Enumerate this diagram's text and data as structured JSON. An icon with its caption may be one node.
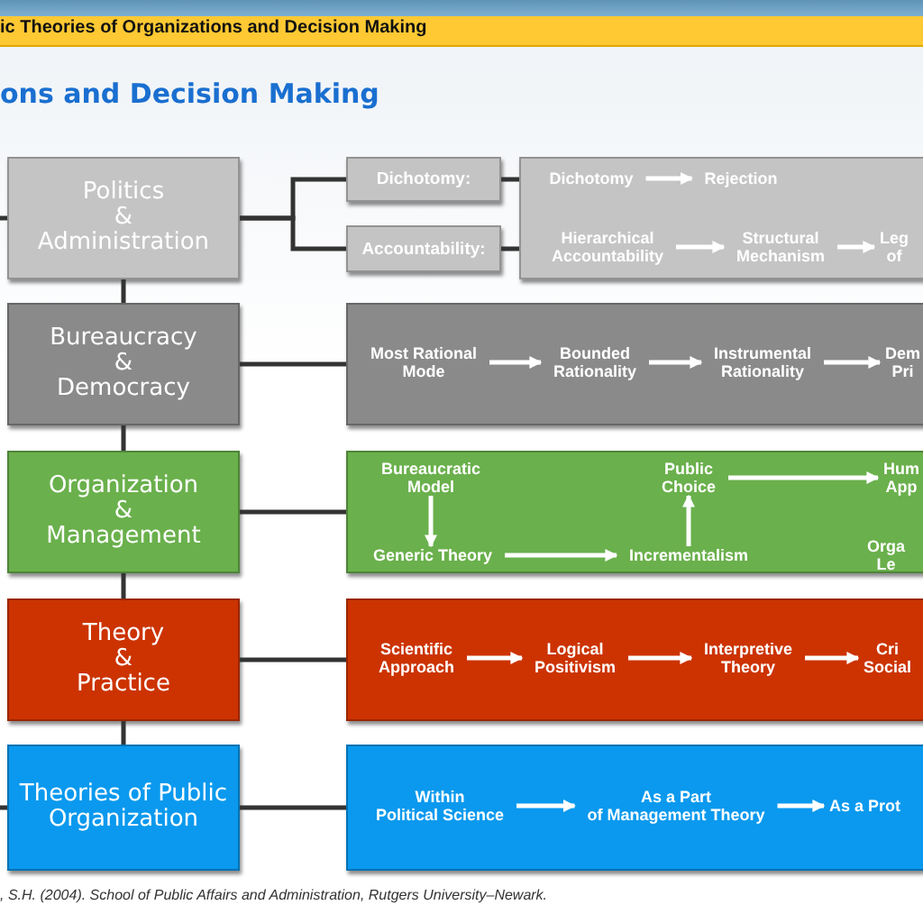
{
  "diagram": {
    "title": "ons and Decision Making",
    "caption": ", S.H. (2004). School of Public Affairs and Administration, Rutgers University–Newark.",
    "labels": [
      "ic Theories of Organizations and Decision Making"
    ],
    "nodes": [
      {
        "text": [
          "Politics & Administration"
        ]
      },
      {
        "text": [
          "Dichotomy:"
        ]
      },
      {
        "text": [
          "Accountability:"
        ]
      },
      {
        "text": [],
        "shape": "box"
      },
      {
        "text": [
          "Dichotomy"
        ],
        "in": 3
      },
      {
        "text": [
          "Rejection"
        ],
        "in": 3
      },
      {
        "text": [
          "Hierarchical Accountability"
        ],
        "in": 3
      },
      {
        "text": [
          "Structural Mechanism"
        ],
        "in": 3
      },
      {
        "text": [
          "Leg of"
        ],
        "in": 3
      },
      {
        "text": [
          "Bureaucracy & Democracy"
        ]
      },
      {
        "text": [],
        "shape": "box"
      },
      {
        "text": [
          "Most Rational Mode"
        ],
        "in": 10
      },
      {
        "text": [
          "Bounded Rationality"
        ],
        "in": 10
      },
      {
        "text": [
          "Instrumental Rationality"
        ],
        "in": 10
      },
      {
        "text": [
          "Dem Pri"
        ],
        "in": 10
      },
      {
        "text": [
          "Organization & Management"
        ]
      },
      {
        "text": [],
        "shape": "box"
      },
      {
        "text": [
          "Bureaucratic Model"
        ],
        "in": 16
      },
      {
        "text": [
          "Public Choice"
        ],
        "in": 16
      },
      {
        "text": [
          "Hum App"
        ],
        "in": 16
      },
      {
        "text": [
          "Generic Theory"
        ],
        "in": 16
      },
      {
        "text": [
          "Incrementalism"
        ],
        "in": 16
      },
      {
        "text": [
          "Orga Le"
        ],
        "in": 16
      },
      {
        "text": [
          "Theory & Practice"
        ]
      },
      {
        "text": [],
        "shape": "box"
      },
      {
        "text": [
          "Scientific Approach"
        ],
        "in": 24
      },
      {
        "text": [
          "Logical Positivism"
        ],
        "in": 24
      },
      {
        "text": [
          "Interpretive Theory"
        ],
        "in": 24
      },
      {
        "text": [
          "Cri Social"
        ],
        "in": 24
      },
      {
        "text": [
          "Theories of Public Organization"
        ]
      },
      {
        "text": [],
        "shape": "box"
      },
      {
        "text": [
          "Within Political Science"
        ],
        "in": 30
      },
      {
        "text": [
          "As a Part of Management Theory"
        ],
        "in": 30
      },
      {
        "text": [
          "As a Prot"
        ],
        "in": 30
      }
    ],
    "edges": [
      {
        "from": null,
        "to": 0,
        "arrow": "none",
        "color": "#333333"
      },
      {
        "from": 0,
        "to": 1,
        "arrow": "none",
        "color": "#333333"
      },
      {
        "from": 0,
        "to": 2,
        "arrow": "none",
        "color": "#333333"
      },
      {
        "from": 1,
        "to": 3,
        "arrow": "none",
        "color": "#333333"
      },
      {
        "from": 2,
        "to": 3,
        "arrow": "none",
        "color": "#333333"
      },
      {
        "from": 4,
        "to": 5,
        "arrow": "to"
      },
      {
        "from": 6,
        "to": 7,
        "arrow": "to"
      },
      {
        "from": 7,
        "to": 8,
        "arrow": "to"
      },
      {
        "from": 0,
        "to": 9,
        "arrow": "none",
        "color": "#333333"
      },
      {
        "from": 9,
        "to": 10,
        "arrow": "none",
        "color": "#333333"
      },
      {
        "from": 11,
        "to": 12,
        "arrow": "to"
      },
      {
        "from": 12,
        "to": 13,
        "arrow": "to"
      },
      {
        "from": 13,
        "to": 14,
        "arrow": "to"
      },
      {
        "from": 9,
        "to": 15,
        "arrow": "none",
        "color": "#333333"
      },
      {
        "from": 15,
        "to": 16,
        "arrow": "none",
        "color": "#333333"
      },
      {
        "from": 17,
        "to": 20,
        "arrow": "to"
      },
      {
        "from": 20,
        "to": 21,
        "arrow": "to"
      },
      {
        "from": 21,
        "to": 18,
        "arrow": "to"
      },
      {
        "from": 18,
        "to": 19,
        "arrow": "to"
      },
      {
        "from": 15,
        "to": 23,
        "arrow": "none",
        "color": "#333333"
      },
      {
        "from": 23,
        "to": 24,
        "arrow": "none",
        "color": "#333333"
      },
      {
        "from": 25,
        "to": 26,
        "arrow": "to"
      },
      {
        "from": 26,
        "to": 27,
        "arrow": "to"
      },
      {
        "from": 27,
        "to": 28,
        "arrow": "to"
      },
      {
        "from": 23,
        "to": 29,
        "arrow": "none",
        "color": "#333333"
      },
      {
        "from": 29,
        "to": 30,
        "arrow": "none",
        "color": "#333333"
      },
      {
        "from": 31,
        "to": 32,
        "arrow": "to"
      },
      {
        "from": 32,
        "to": 33,
        "arrow": "to"
      },
      {
        "from": null,
        "to": 29,
        "arrow": "none",
        "color": "#333333"
      }
    ]
  }
}
